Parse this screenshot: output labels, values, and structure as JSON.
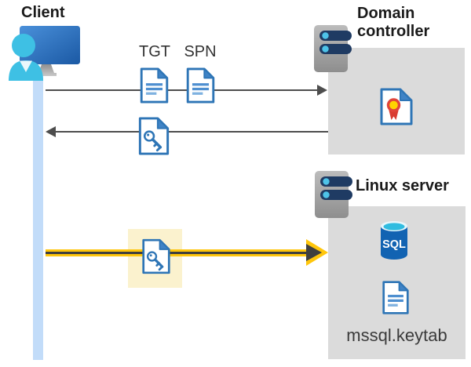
{
  "client": {
    "label": "Client"
  },
  "domain_controller": {
    "label": "Domain controller"
  },
  "linux_server": {
    "label": "Linux server"
  },
  "labels": {
    "tgt": "TGT",
    "spn": "SPN",
    "sql": "SQL",
    "keytab": "mssql.keytab"
  },
  "icons": {
    "client": "client-computer-user-icon",
    "server": "server-icon",
    "ticket_document": "document-icon",
    "key_document": "key-document-icon",
    "certificate": "certificate-icon",
    "sql_database": "sql-database-icon"
  },
  "colors": {
    "document_blue": "#2E75B6",
    "document_fold_blue": "#3F83C6",
    "document_line_blue": "#4E8FD0",
    "document_line_light": "#7FB2E0",
    "timeline_blue": "#C2DCF9",
    "arrow_gray": "#4D4D4D",
    "kerberos_yellow": "#FFC60B",
    "highlight_cream": "#FBF2CE",
    "box_gray": "#DBDBDB",
    "server_navy": "#1F3B63",
    "server_cyan": "#4EC3E8",
    "sql_body_blue": "#1263B2",
    "sql_top_teal": "#30BCE0",
    "certificate_yellow": "#FFD400",
    "certificate_red": "#D93C32",
    "monitor_blue_dark": "#1B59A4",
    "monitor_blue_light": "#4A90DA",
    "person_cyan": "#3EC0E4"
  }
}
